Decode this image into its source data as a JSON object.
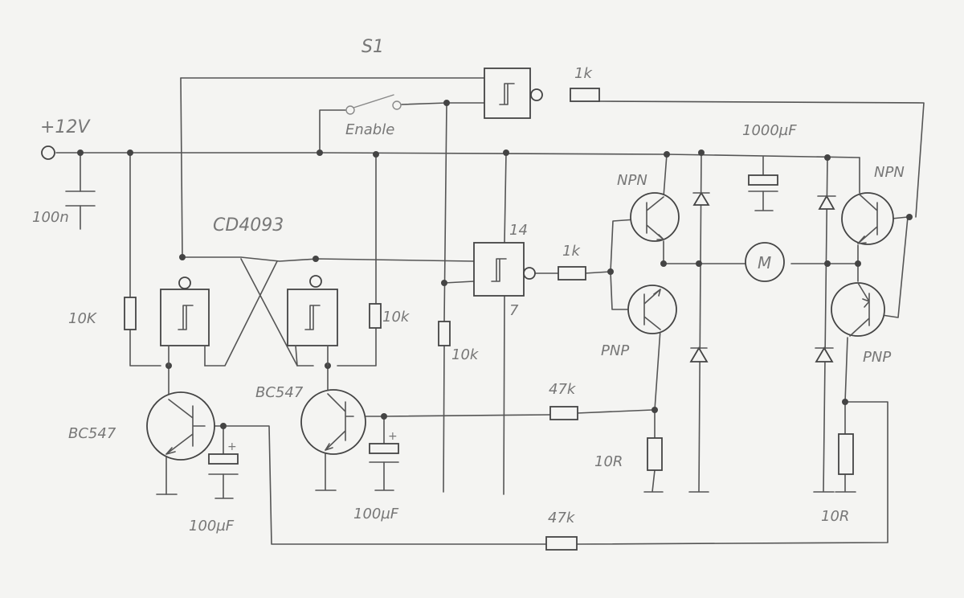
{
  "labels": {
    "supply": "+12V",
    "switch": "S1",
    "enable": "Enable",
    "ic": "CD4093",
    "pin14": "14",
    "pin7": "7",
    "cap_100n": "100n",
    "r_10k_a": "10K",
    "r_10k_b": "10k",
    "r_10k_c": "10k",
    "r_1k_top": "1k",
    "r_1k_mid": "1k",
    "r_47k_mid": "47k",
    "r_47k_bot": "47k",
    "q_bc547_a": "BC547",
    "q_bc547_b": "BC547",
    "cap_100uf_a": "100µF",
    "cap_100uf_b": "100µF",
    "cap_1000uf": "1000µF",
    "npn_left": "NPN",
    "pnp_left": "PNP",
    "npn_right": "NPN",
    "pnp_right": "PNP",
    "motor": "M",
    "r_10r_a": "10R",
    "r_10r_b": "10R",
    "plus_a": "+",
    "plus_b": "+"
  }
}
